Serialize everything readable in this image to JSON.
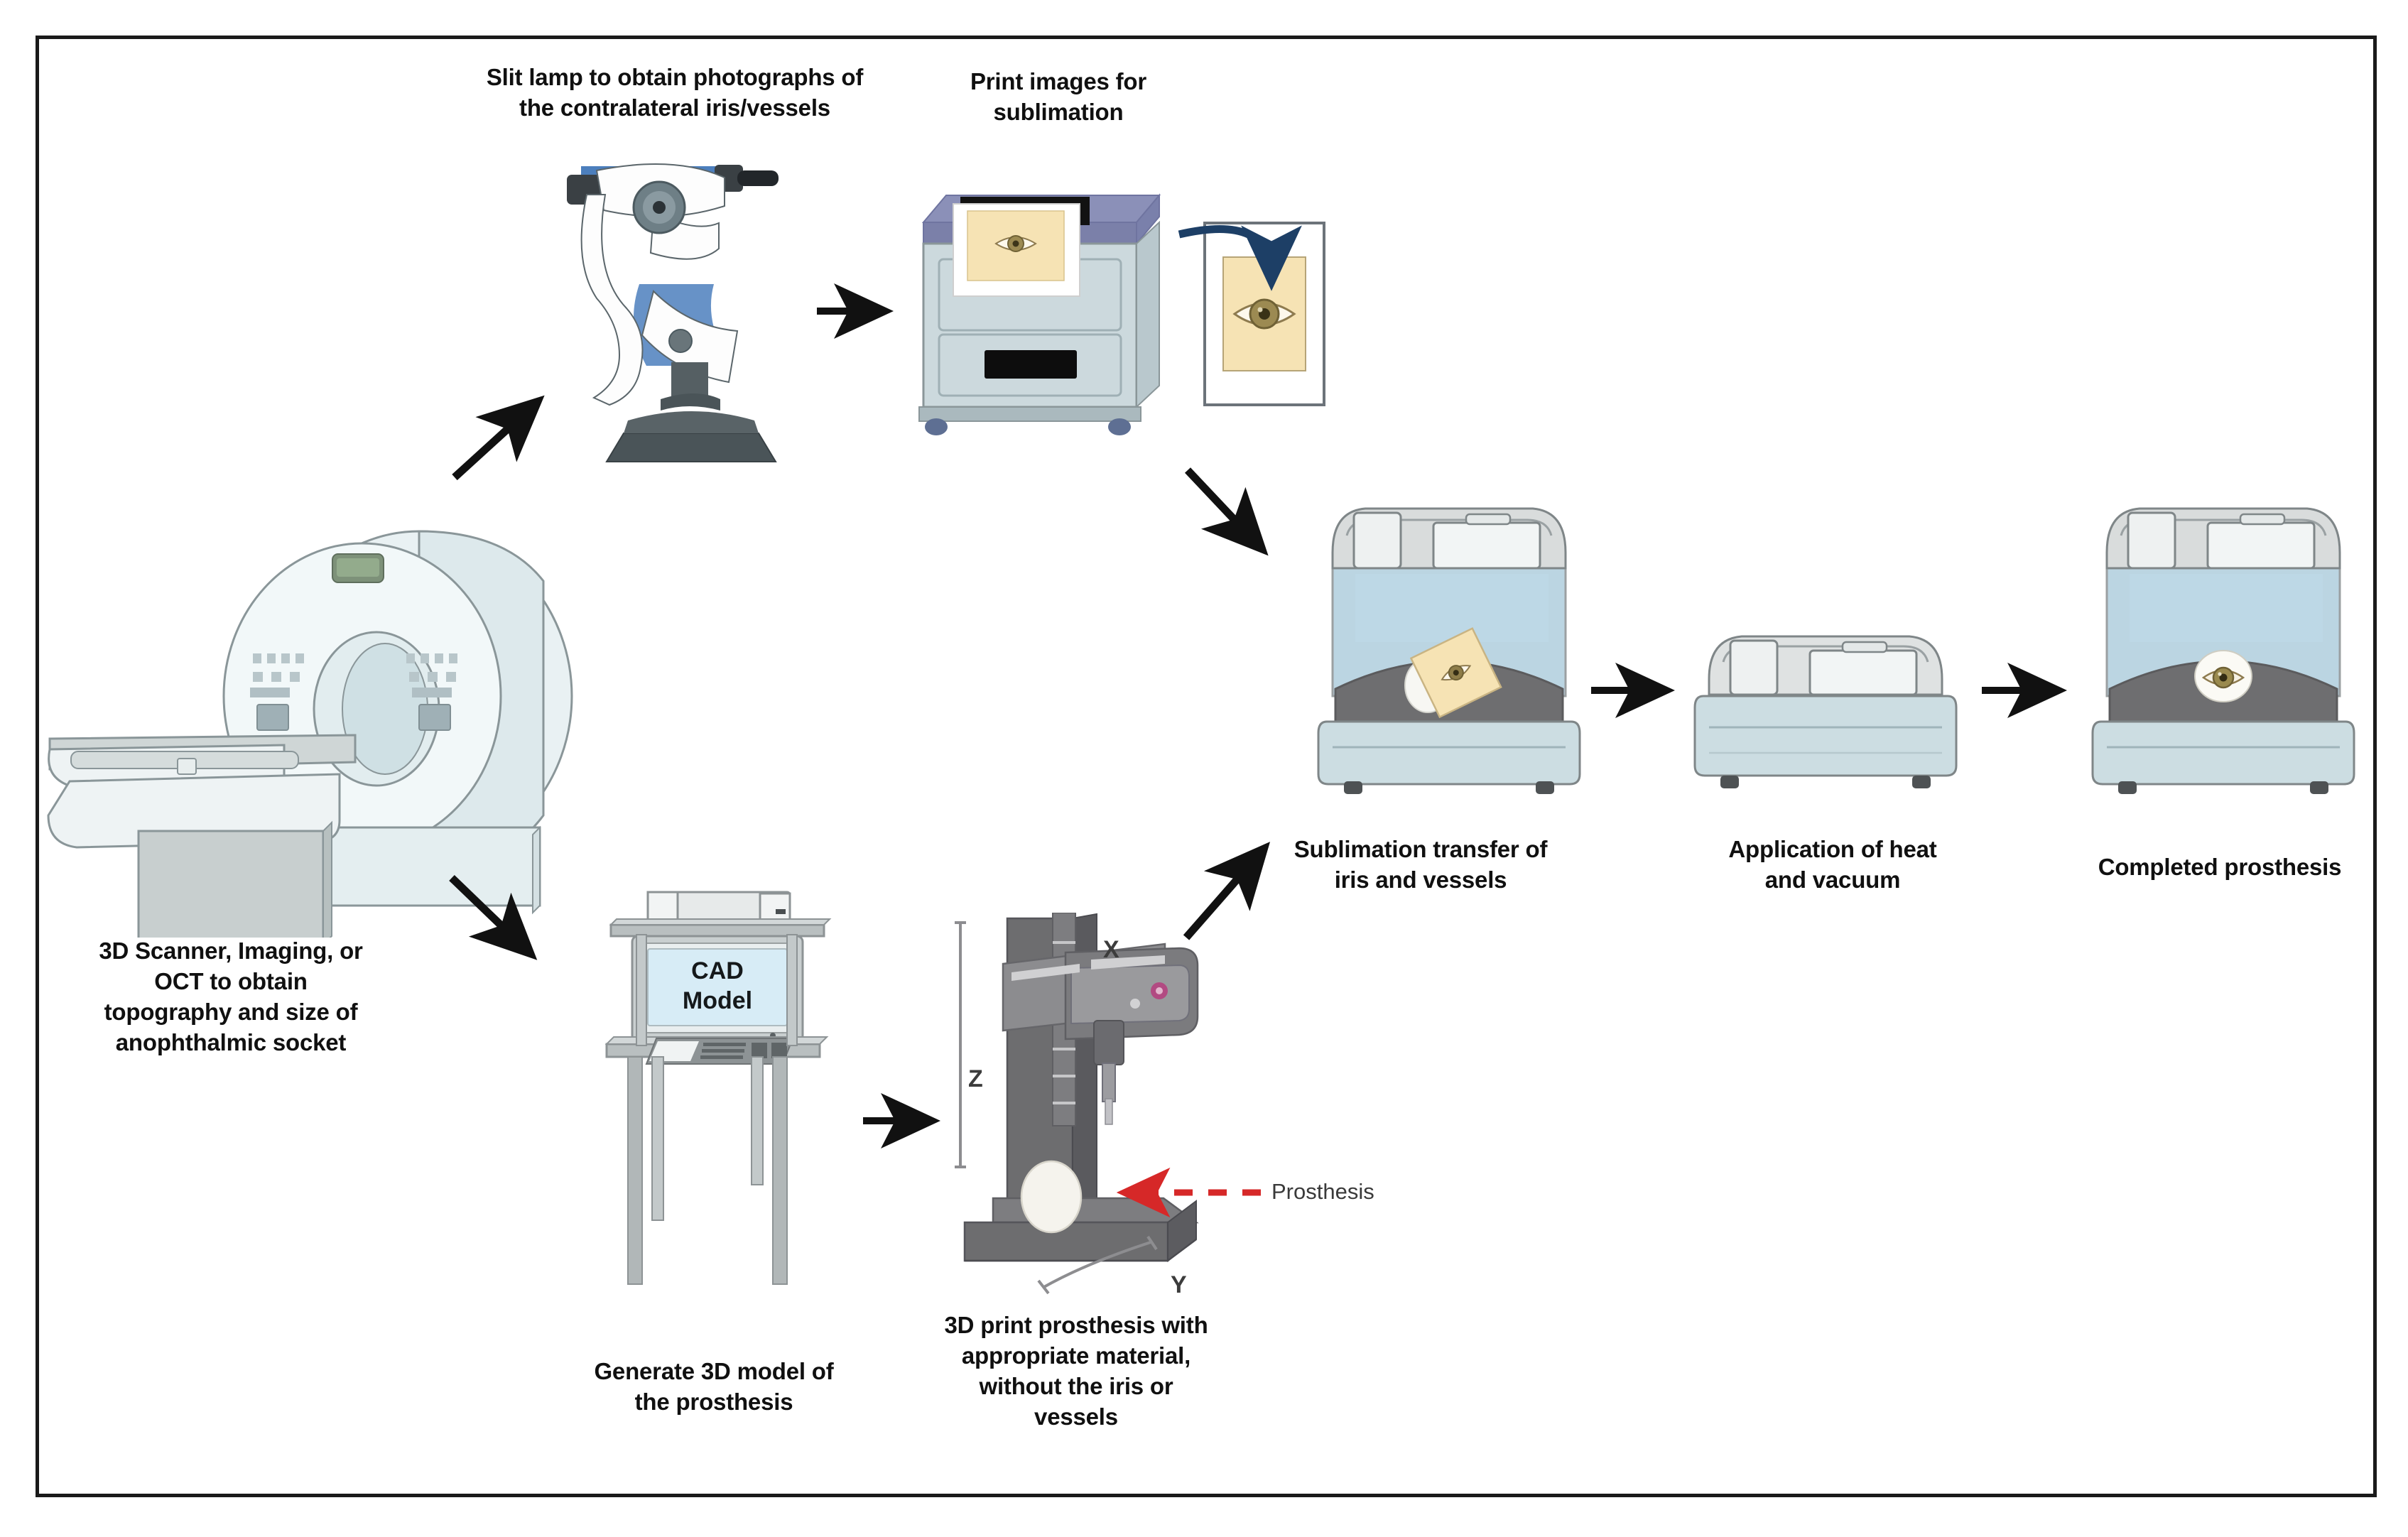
{
  "diagram": {
    "title_present": false,
    "border_color": "#1a1a1a",
    "background": "#ffffff",
    "arrow_color": "#111111",
    "callout_color": "#d62828"
  },
  "labels": {
    "slit_lamp": "Slit lamp to obtain photographs of\nthe contralateral iris/vessels",
    "print_images": "Print images for\nsublimation",
    "scanner": "3D Scanner, Imaging, or\nOCT to obtain\ntopography and size of\nanophthalmic socket",
    "sublimation_transfer": "Sublimation transfer of\niris and vessels",
    "heat_vacuum": "Application of heat\nand vacuum",
    "completed": "Completed prosthesis",
    "generate_model": "Generate 3D model of\nthe prosthesis",
    "print_prosthesis": "3D print prosthesis with\nappropriate material,\nwithout the iris or\nvessels"
  },
  "inline_text": {
    "cad_model_line1": "CAD",
    "cad_model_line2": "Model",
    "axis_x": "X",
    "axis_y": "Y",
    "axis_z": "Z",
    "prosthesis_callout": "Prosthesis"
  },
  "icons": {
    "mri_scanner": "mri-scanner-icon",
    "slit_lamp": "slit-lamp-icon",
    "printer": "printer-icon",
    "printed_sheet": "printed-iris-sheet-icon",
    "sublimation_chamber": "sublimation-chamber-icon",
    "heat_press": "heat-press-icon",
    "final_chamber": "completed-prosthesis-chamber-icon",
    "workstation": "cad-workstation-icon",
    "printer_3d": "3d-printer-icon",
    "eye": "eye-iris-icon"
  },
  "arrows": [
    {
      "name": "arrow-scanner-to-slitlamp",
      "direction": "up-right"
    },
    {
      "name": "arrow-slitlamp-to-printer",
      "direction": "right"
    },
    {
      "name": "arrow-printer-to-sheet",
      "direction": "curved-right"
    },
    {
      "name": "arrow-sheet-to-sublimation",
      "direction": "down-right"
    },
    {
      "name": "arrow-scanner-to-workstation",
      "direction": "down-right"
    },
    {
      "name": "arrow-workstation-to-3dprinter",
      "direction": "right"
    },
    {
      "name": "arrow-3dprinter-to-sublimation",
      "direction": "up-right"
    },
    {
      "name": "arrow-sublimation-to-heatvacuum",
      "direction": "right"
    },
    {
      "name": "arrow-heatvacuum-to-completed",
      "direction": "right"
    }
  ],
  "colors": {
    "machine_body": "#ccd9dd",
    "machine_light": "#e9eef0",
    "glass": "#a8cada",
    "dark_platform": "#6e6e70",
    "printer_top": "#8b90b8",
    "paper": "#f6e3b4",
    "metal_gray": "#7a7a7a",
    "metal_dark": "#5c5c5c",
    "slit_lamp_base": "#4f5a5e",
    "slit_lamp_blue": "#4c7fbd"
  }
}
